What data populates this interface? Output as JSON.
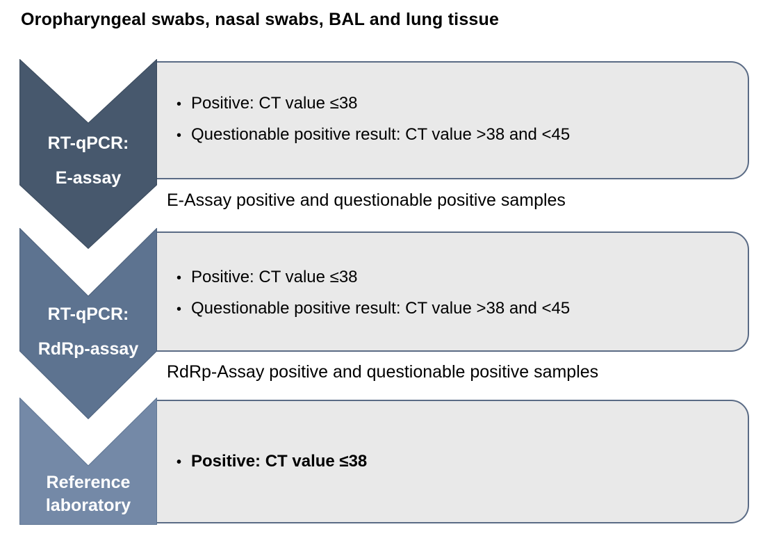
{
  "title": "Oropharyngeal swabs, nasal swabs, BAL and lung tissue",
  "icons": {
    "bullet": "•"
  },
  "colors": {
    "stage1_fill": "#47586d",
    "stage1_edge": "#3a4a5d",
    "stage2_fill": "#5d7390",
    "stage2_edge": "#4d617c",
    "stage3_fill": "#7489a7",
    "stage3_edge": "#5f7694",
    "box_fill": "#e9e9e9",
    "box_border": "#5a6b85",
    "label_text": "#ffffff",
    "body_text": "#000000"
  },
  "stages": [
    {
      "label_line1": "RT-qPCR:",
      "label_line2": "E-assay",
      "bullets": [
        {
          "text": "Positive: CT value ≤38"
        },
        {
          "text": "Questionable positive result: CT value >38 and <45"
        }
      ],
      "connector_text": "E-Assay positive and questionable positive samples"
    },
    {
      "label_line1": "RT-qPCR:",
      "label_line2": "RdRp-assay",
      "bullets": [
        {
          "text": "Positive: CT value ≤38"
        },
        {
          "text": "Questionable positive result: CT value >38 and <45"
        }
      ],
      "connector_text": "RdRp-Assay positive and questionable positive samples"
    },
    {
      "label_line1": "Reference",
      "label_line2": "laboratory",
      "bullets": [
        {
          "text": "Positive: CT value ≤38"
        }
      ]
    }
  ]
}
